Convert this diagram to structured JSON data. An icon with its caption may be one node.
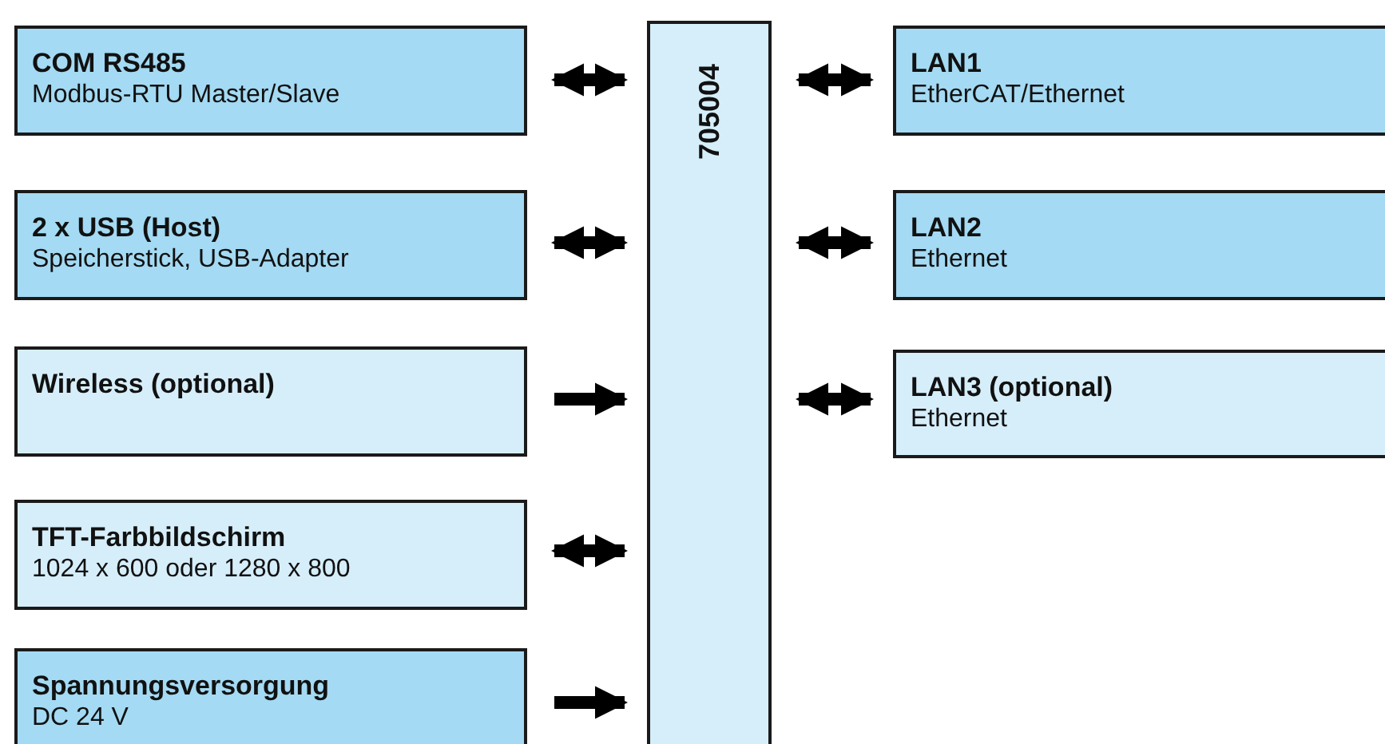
{
  "diagram": {
    "nodes": [
      {
        "text": [
          "COM RS485",
          "Modbus-RTU Master/Slave"
        ]
      },
      {
        "text": [
          "2 x USB (Host)",
          "Speicherstick, USB-Adapter"
        ]
      },
      {
        "text": [
          "Wireless (optional)"
        ]
      },
      {
        "text": [
          "TFT-Farbbildschirm",
          "1024 x 600 oder 1280 x 800"
        ]
      },
      {
        "text": [
          "Spannungsversorgung",
          "DC 24 V"
        ]
      },
      {
        "text": [
          "705004"
        ]
      },
      {
        "text": [
          "LAN1",
          "EtherCAT/Ethernet"
        ]
      },
      {
        "text": [
          "LAN2",
          "Ethernet"
        ]
      },
      {
        "text": [
          "LAN3 (optional)",
          "Ethernet"
        ]
      }
    ],
    "edges": [
      {
        "from": 0,
        "to": 5,
        "arrow": "both"
      },
      {
        "from": 1,
        "to": 5,
        "arrow": "both"
      },
      {
        "from": 2,
        "to": 5,
        "arrow": "to"
      },
      {
        "from": 3,
        "to": 5,
        "arrow": "both"
      },
      {
        "from": 4,
        "to": 5,
        "arrow": "to"
      },
      {
        "from": 5,
        "to": 6,
        "arrow": "both"
      },
      {
        "from": 5,
        "to": 7,
        "arrow": "both"
      },
      {
        "from": 5,
        "to": 8,
        "arrow": "both"
      }
    ]
  }
}
